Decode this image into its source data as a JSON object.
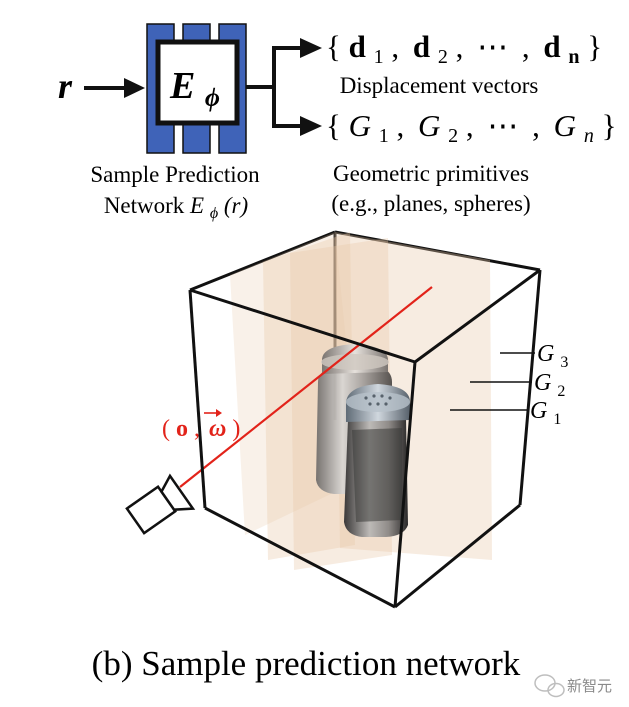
{
  "network": {
    "input_label": "r",
    "encoder_label": "E",
    "encoder_subscript": "ϕ",
    "caption_line1": "Sample Prediction",
    "caption_line2_prefix": "Network ",
    "caption_line2_math_E": "E",
    "caption_line2_math_sub": "ϕ",
    "caption_line2_math_arg": "(r)",
    "colors": {
      "network_blue": "#3f63b8",
      "line": "#111111"
    }
  },
  "outputs": {
    "displacement": {
      "formula": "{d1, d2, ⋯ , dn}",
      "open_brace": "{",
      "d": "d",
      "sub1": "1",
      "sub2": "2",
      "subn": "n",
      "comma": ",",
      "ellipsis": "⋯",
      "close_brace": "}",
      "label": "Displacement vectors"
    },
    "primitives": {
      "formula": "{G1, G2, ⋯ , Gn}",
      "open_brace": "{",
      "G": "G",
      "sub1": "1",
      "sub2": "2",
      "subn": "n",
      "comma": ",",
      "ellipsis": "⋯",
      "close_brace": "}",
      "label_line1": "Geometric primitives",
      "label_line2": "(e.g., planes, spheres)"
    }
  },
  "scene": {
    "ray_label": "(o, ω⃗)",
    "ray_label_open": "(",
    "ray_label_o": "o",
    "ray_label_comma": ",",
    "ray_label_omega": "ω",
    "ray_label_arrow": "⃗",
    "ray_label_close": ")",
    "planes": [
      {
        "name": "G",
        "sub": "3"
      },
      {
        "name": "G",
        "sub": "2"
      },
      {
        "name": "G",
        "sub": "1"
      }
    ],
    "colors": {
      "ray": "#e2231a",
      "plane_fill": "#e8c9a8",
      "box_edge": "#111111",
      "glass": "#c9c9c9",
      "cap_silver": "#9aa4ad"
    }
  },
  "caption": "(b) Sample prediction network",
  "watermark": "新智元"
}
